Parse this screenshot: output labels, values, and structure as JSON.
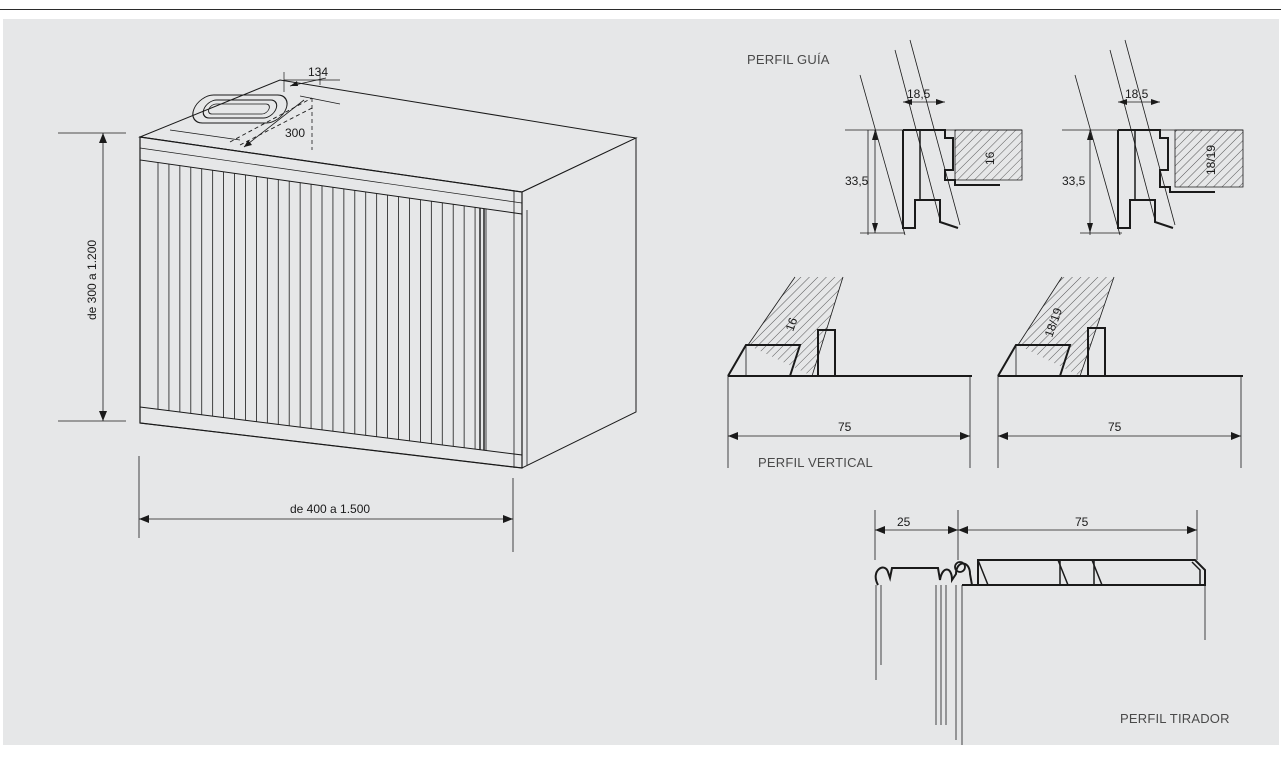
{
  "sections": {
    "guide_profile": "PERFIL GUÍA",
    "vertical_profile": "PERFIL VERTICAL",
    "pull_profile": "PERFIL TIRADOR"
  },
  "dimensions": {
    "height_range": "de 300 a 1.200",
    "width_range": "de 400 a 1.500",
    "top_134": "134",
    "top_300": "300",
    "guide_a_width": "18,5",
    "guide_a_height": "33,5",
    "guide_a_board": "16",
    "guide_b_width": "18,5",
    "guide_b_height": "33,5",
    "guide_b_board": "18/19",
    "vert_a_board": "16",
    "vert_a_width": "75",
    "vert_b_board": "18/19",
    "vert_b_width": "75",
    "pull_25": "25",
    "pull_75": "75"
  },
  "colors": {
    "background": "#e6e7e8",
    "ink": "#1a1a1a"
  }
}
